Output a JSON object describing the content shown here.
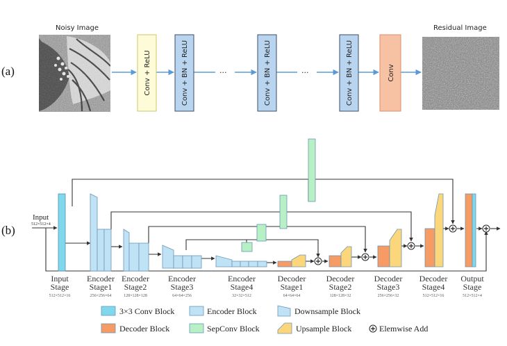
{
  "panel_a": {
    "label": "(a)",
    "input_title": "Noisy Image",
    "output_title": "Residual Image",
    "blocks": [
      {
        "text": "Conv + ReLU",
        "fill": "#fdfbd8",
        "stroke": "#c9c86a"
      },
      {
        "text": "Conv + BN + ReLU",
        "fill": "#b9d4ee",
        "stroke": "#3b4e68"
      },
      {
        "text": "Conv + BN + ReLU",
        "fill": "#b9d4ee",
        "stroke": "#3b4e68"
      },
      {
        "text": "Conv + BN + ReLU",
        "fill": "#b9d4ee",
        "stroke": "#3b4e68"
      },
      {
        "text": "Conv",
        "fill": "#f7c2a3",
        "stroke": "#d99168"
      }
    ],
    "ellipsis": "···"
  },
  "panel_b": {
    "label": "(b)",
    "input_label": "Input",
    "input_dim": "512×512×4",
    "stages": [
      {
        "name1": "Input",
        "name2": "Stage",
        "dim": "512×512×16"
      },
      {
        "name1": "Encoder",
        "name2": "Stage1",
        "dim": "256×256×64"
      },
      {
        "name1": "Encoder",
        "name2": "Stage2",
        "dim": "128×128×128"
      },
      {
        "name1": "Encoder",
        "name2": "Stage3",
        "dim": "64×64×256"
      },
      {
        "name1": "Encoder",
        "name2": "Stage4",
        "dim": "32×32×512"
      },
      {
        "name1": "Decoder",
        "name2": "Stage1",
        "dim": "64×64×64"
      },
      {
        "name1": "Decoder",
        "name2": "Stage2",
        "dim": "128×128×32"
      },
      {
        "name1": "Decoder",
        "name2": "Stage3",
        "dim": "256×256×32"
      },
      {
        "name1": "Decoder",
        "name2": "Stage4",
        "dim": "512×512×16"
      },
      {
        "name1": "Output",
        "name2": "Stage",
        "dim": "512×512×4"
      }
    ],
    "legend": [
      {
        "text": "3×3 Conv Block"
      },
      {
        "text": "Encoder Block"
      },
      {
        "text": "Downsample Block"
      },
      {
        "text": "Decoder Block"
      },
      {
        "text": "SepConv Block"
      },
      {
        "text": "Upsample Block"
      },
      {
        "text": "Elemwise Add"
      }
    ]
  },
  "colors": {
    "conv": "#7fd8ec",
    "encoder": "#bfe2f5",
    "downsample": "#bfe2f5",
    "decoder": "#f59b63",
    "sepconv": "#b6f0c4",
    "upsample": "#fbd67a",
    "outline": "#6a97b8"
  }
}
